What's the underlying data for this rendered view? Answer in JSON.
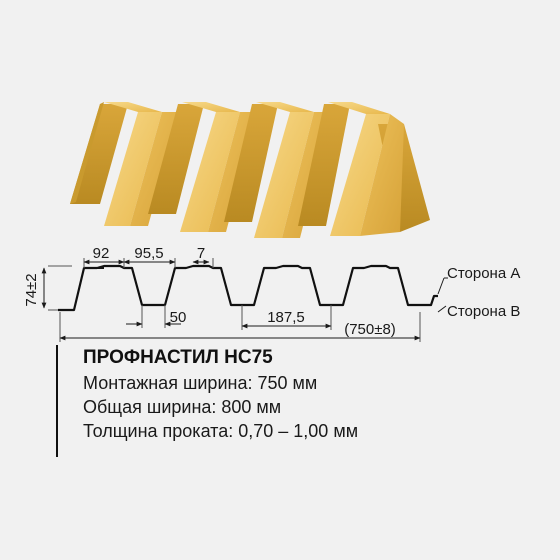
{
  "colors": {
    "background": "#f1f1f1",
    "sheet_light": "#f4d07a",
    "sheet_mid": "#e6b548",
    "sheet_dark": "#b98a22",
    "profile_line": "#111111",
    "dimension_line": "#555555"
  },
  "dimensions": {
    "height": "74±2",
    "top_width": "92",
    "pitch_inner": "95,5",
    "rib": "7",
    "bottom_width": "50",
    "pitch": "187,5",
    "total": "(750±8)"
  },
  "sides": {
    "a": "Сторона A",
    "b": "Сторона B"
  },
  "spec": {
    "title": "ПРОФНАСТИЛ НС75",
    "lines": [
      "Монтажная ширина: 750 мм",
      "Общая ширина: 800 мм",
      "Толщина проката: 0,70 – 1,00 мм"
    ]
  }
}
